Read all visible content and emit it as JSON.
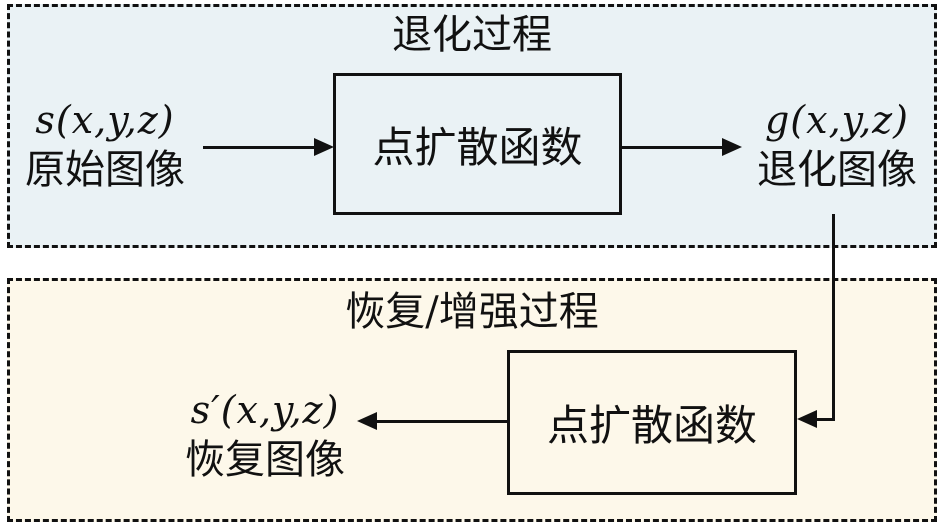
{
  "colors": {
    "background": "#ffffff",
    "top_panel_bg": "#eaf2f5",
    "bottom_panel_bg": "#fdf8ea",
    "ink": "#111111"
  },
  "top_panel": {
    "title": "退化过程",
    "input_math": "s(x,y,z)",
    "input_caption": "原始图像",
    "box_label": "点扩散函数",
    "output_math": "g(x,y,z)",
    "output_caption": "退化图像"
  },
  "bottom_panel": {
    "title": "恢复/增强过程",
    "box_label": "点扩散函数",
    "output_math": "s′(x,y,z)",
    "output_caption": "恢复图像"
  }
}
